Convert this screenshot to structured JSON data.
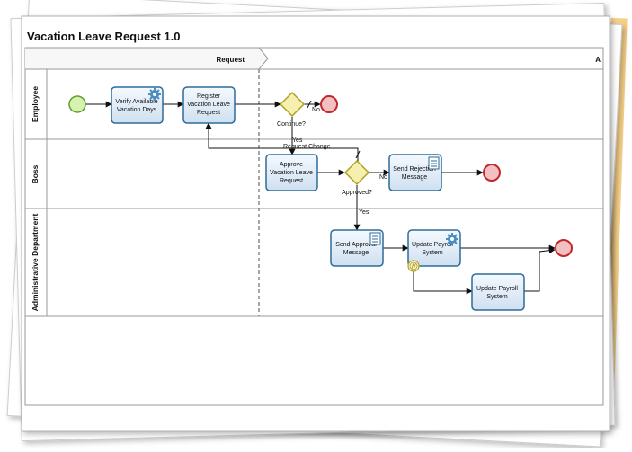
{
  "title": "Vacation Leave Request 1.0",
  "phases": {
    "request": "Request",
    "next": "A"
  },
  "lanes": {
    "employee": "Employee",
    "boss": "Boss",
    "admin": "Administrative Department"
  },
  "tasks": {
    "verify": [
      "Verify Available",
      "Vacation Days"
    ],
    "register": [
      "Register",
      "Vacation Leave",
      "Request"
    ],
    "approve": [
      "Approve",
      "Vacation Leave",
      "Request"
    ],
    "send_rejection": [
      "Send Rejection",
      "Message"
    ],
    "send_approval": [
      "Send Approval",
      "Message"
    ],
    "update_payroll_1": [
      "Update Payroll",
      "System"
    ],
    "update_payroll_2": [
      "Update Payroll",
      "System"
    ]
  },
  "gateways": {
    "continue": "Continue?",
    "approved": "Approved?"
  },
  "flow_labels": {
    "no_continue": "No",
    "yes_continue": "Yes",
    "request_change": "Request Change",
    "no_approved": "No",
    "yes_approved": "Yes"
  },
  "colors": {
    "task_fill": "#dde9f5",
    "task_stroke": "#2f6b96",
    "start_fill": "#d8f0b0",
    "start_stroke": "#5aa02c",
    "end_fill": "#f2c0c0",
    "end_stroke": "#c0282d",
    "gateway_fill": "#f5f0b0",
    "gateway_stroke": "#b0a020"
  }
}
